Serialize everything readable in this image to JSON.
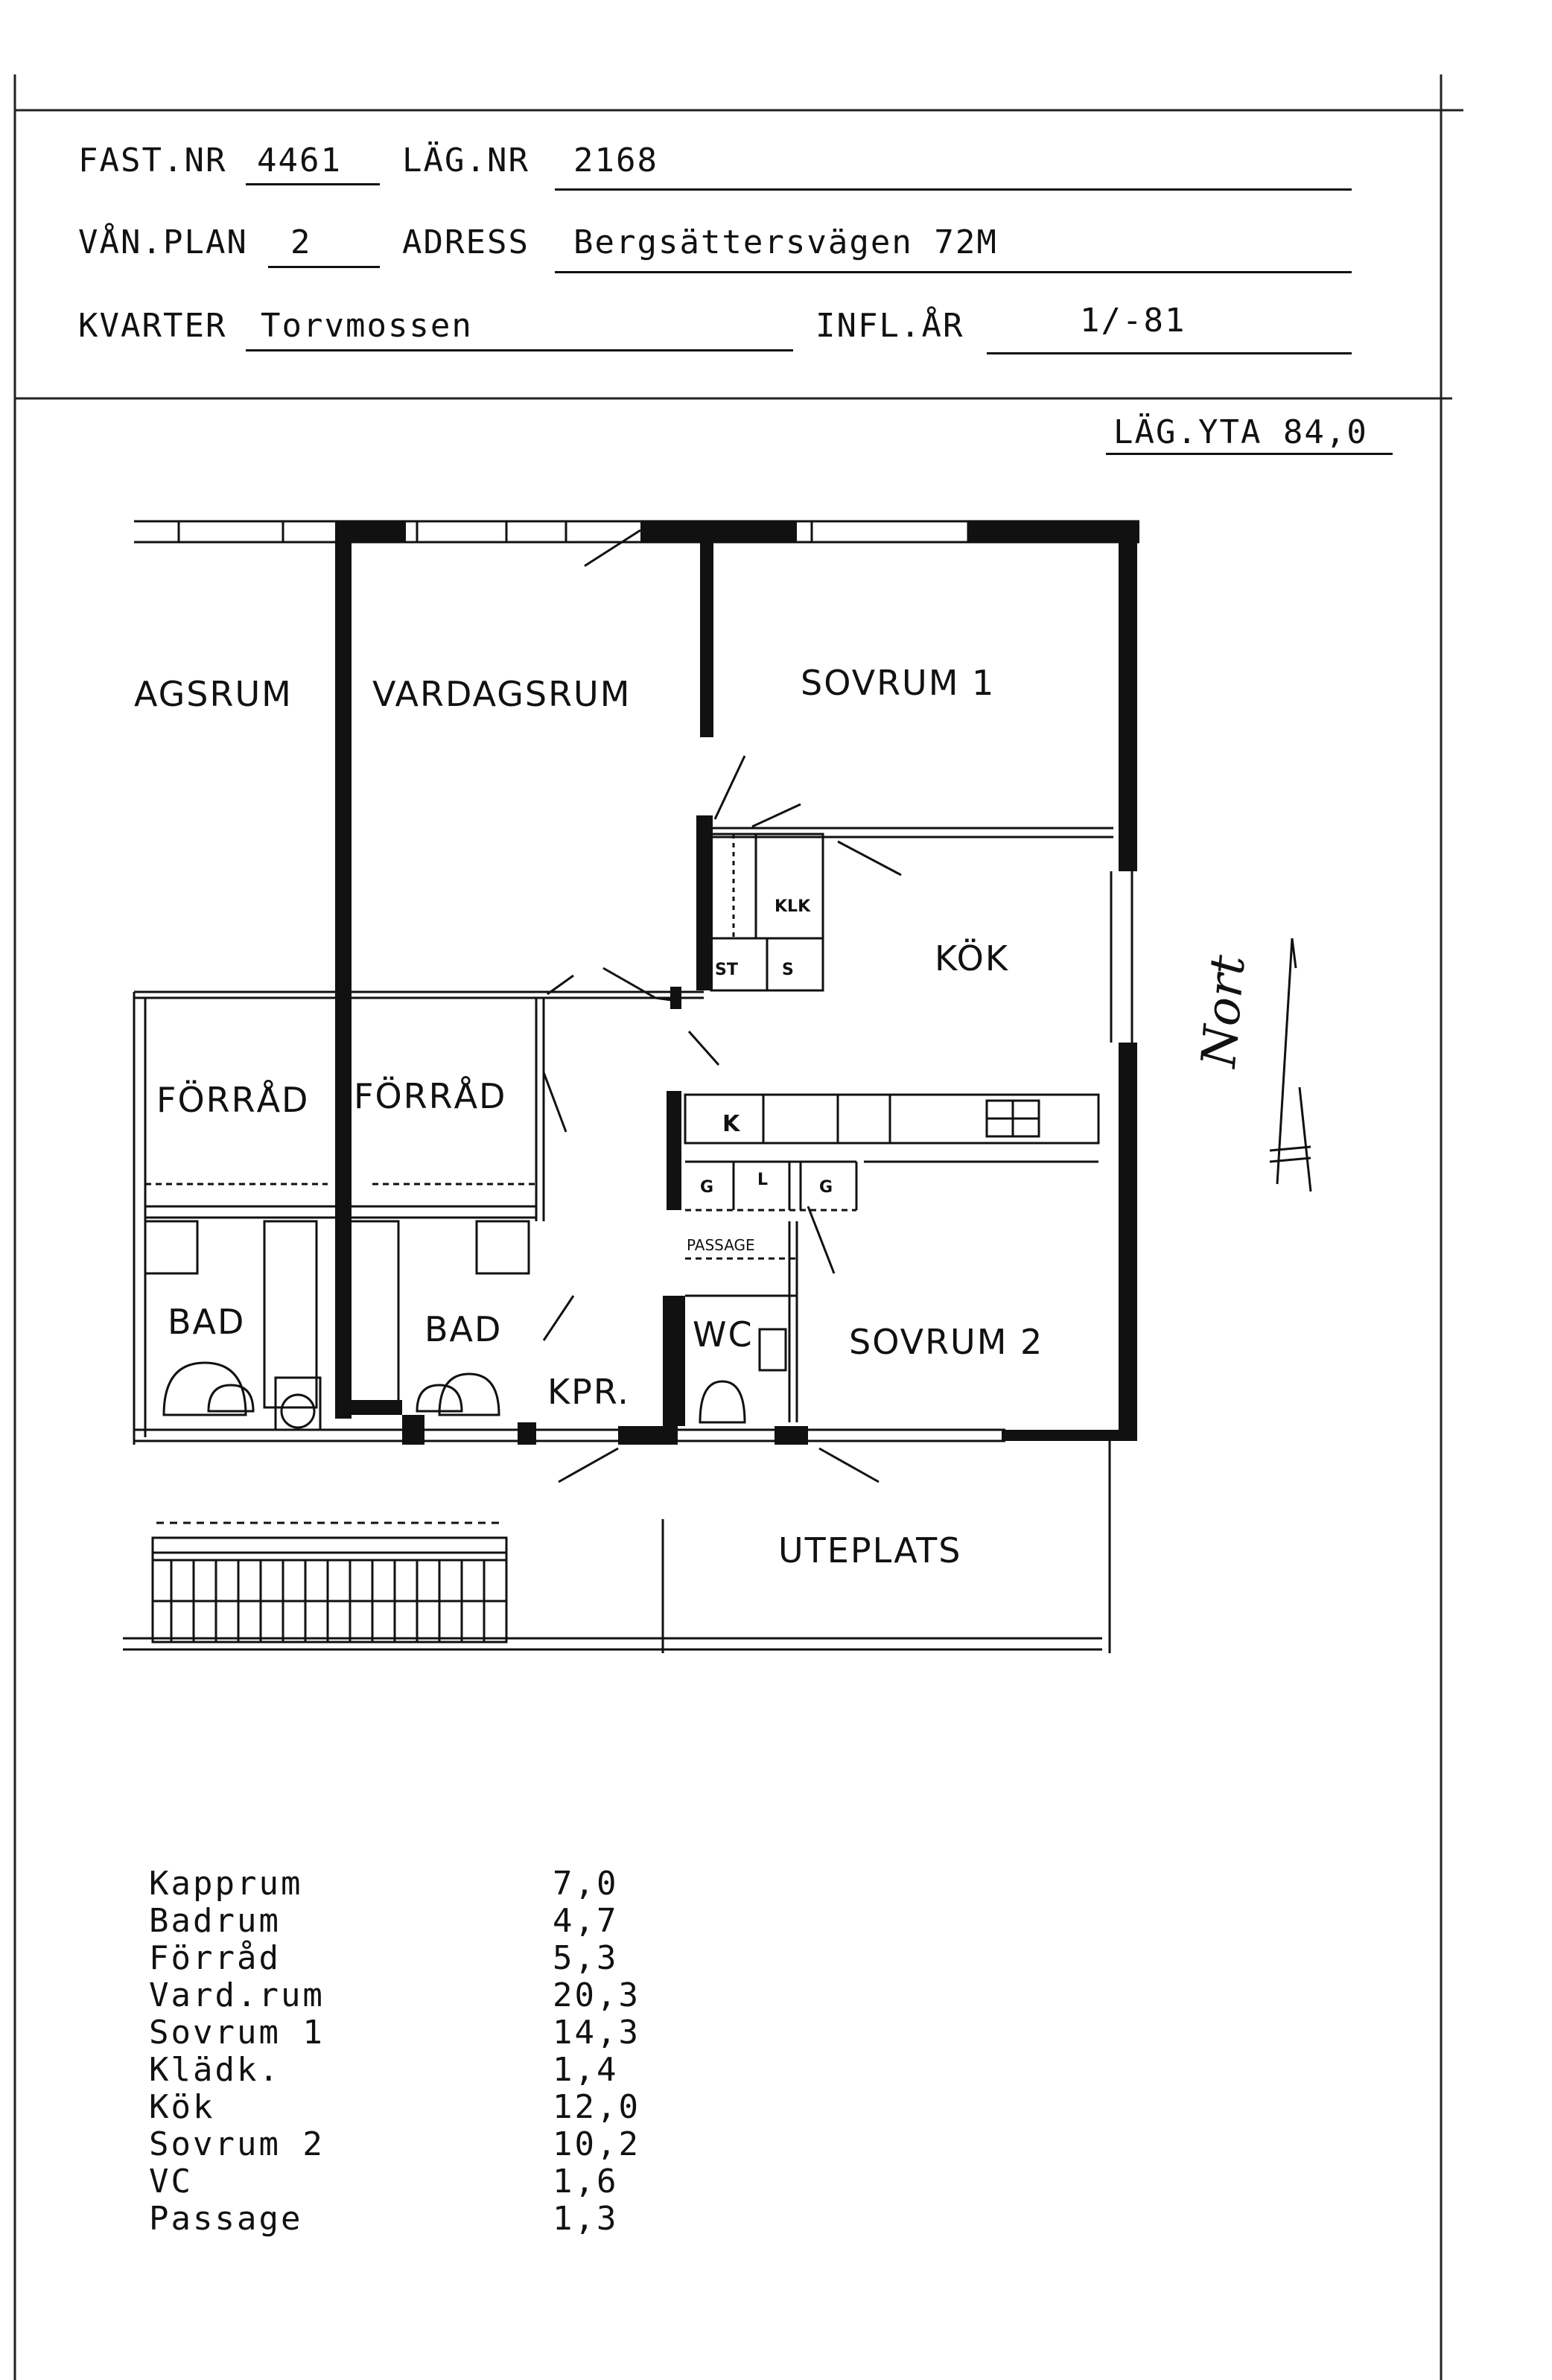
{
  "header": {
    "fast_nr_label": "FAST.NR",
    "fast_nr": "4461",
    "lag_nr_label": "LÄG.NR",
    "lag_nr": "2168",
    "van_plan_label": "VÅN.PLAN",
    "van_plan": "2",
    "adress_label": "ADRESS",
    "adress": "Bergsättersvägen 72M",
    "kvarter_label": "KVARTER",
    "kvarter": "Torvmossen",
    "infl_ar_label": "INFL.ÅR",
    "infl_ar": "1/-81",
    "lag_yta": "LÄG.YTA 84,0"
  },
  "rooms": {
    "agsrum": "AGSRUM",
    "vardagsrum": "VARDAGSRUM",
    "sovrum1": "SOVRUM 1",
    "kok": "KÖK",
    "klk": "KLK",
    "st": "ST",
    "s": "S",
    "forrad1": "FÖRRÅD",
    "forrad2": "FÖRRÅD",
    "k": "K",
    "g1": "G",
    "l": "L",
    "g2": "G",
    "passage": "PASSAGE",
    "bad1": "BAD",
    "bad2": "BAD",
    "wc": "WC",
    "sovrum2": "SOVRUM 2",
    "kpr": "KPR.",
    "uteplats": "UTEPLATS",
    "north": "Nort"
  },
  "areas": [
    {
      "name": "Kapprum",
      "value": "7,0"
    },
    {
      "name": "Badrum",
      "value": "4,7"
    },
    {
      "name": "Förråd",
      "value": "5,3"
    },
    {
      "name": "Vard.rum",
      "value": "20,3"
    },
    {
      "name": "Sovrum 1",
      "value": "14,3"
    },
    {
      "name": "Klädk.",
      "value": "1,4"
    },
    {
      "name": "Kök",
      "value": "12,0"
    },
    {
      "name": "Sovrum 2",
      "value": "10,2"
    },
    {
      "name": "VC",
      "value": "1,6"
    },
    {
      "name": "Passage",
      "value": "1,3"
    }
  ]
}
